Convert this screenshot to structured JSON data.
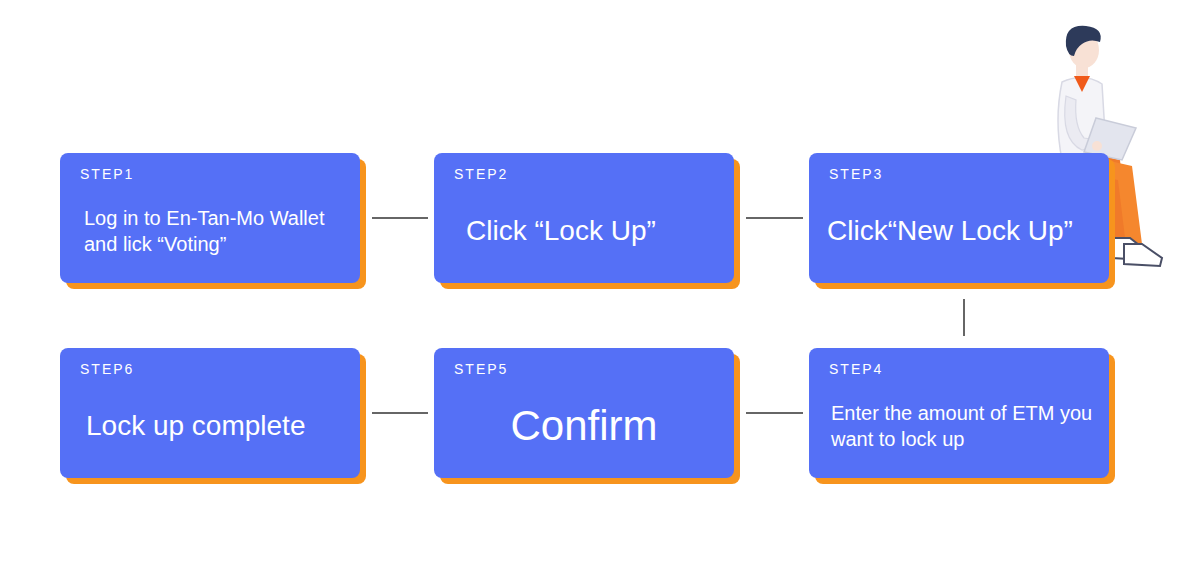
{
  "diagram": {
    "nodes": [
      {
        "text": [
          "STEP1",
          "Log in to En-Tan-Mo Wallet and lick “Voting”"
        ]
      },
      {
        "text": [
          "STEP2",
          "Click “Lock Up”"
        ]
      },
      {
        "text": [
          "STEP3",
          "Click“New Lock Up”"
        ]
      },
      {
        "text": [
          "STEP4",
          "Enter the amount of ETM you want to lock up"
        ]
      },
      {
        "text": [
          "STEP5",
          "Confirm"
        ]
      },
      {
        "text": [
          "STEP6",
          "Lock up complete"
        ]
      }
    ],
    "edges": [
      {
        "from": 0,
        "to": 1,
        "arrow": "none"
      },
      {
        "from": 1,
        "to": 2,
        "arrow": "none"
      },
      {
        "from": 2,
        "to": 3,
        "arrow": "none"
      },
      {
        "from": 3,
        "to": 4,
        "arrow": "none"
      },
      {
        "from": 4,
        "to": 5,
        "arrow": "none"
      }
    ]
  }
}
